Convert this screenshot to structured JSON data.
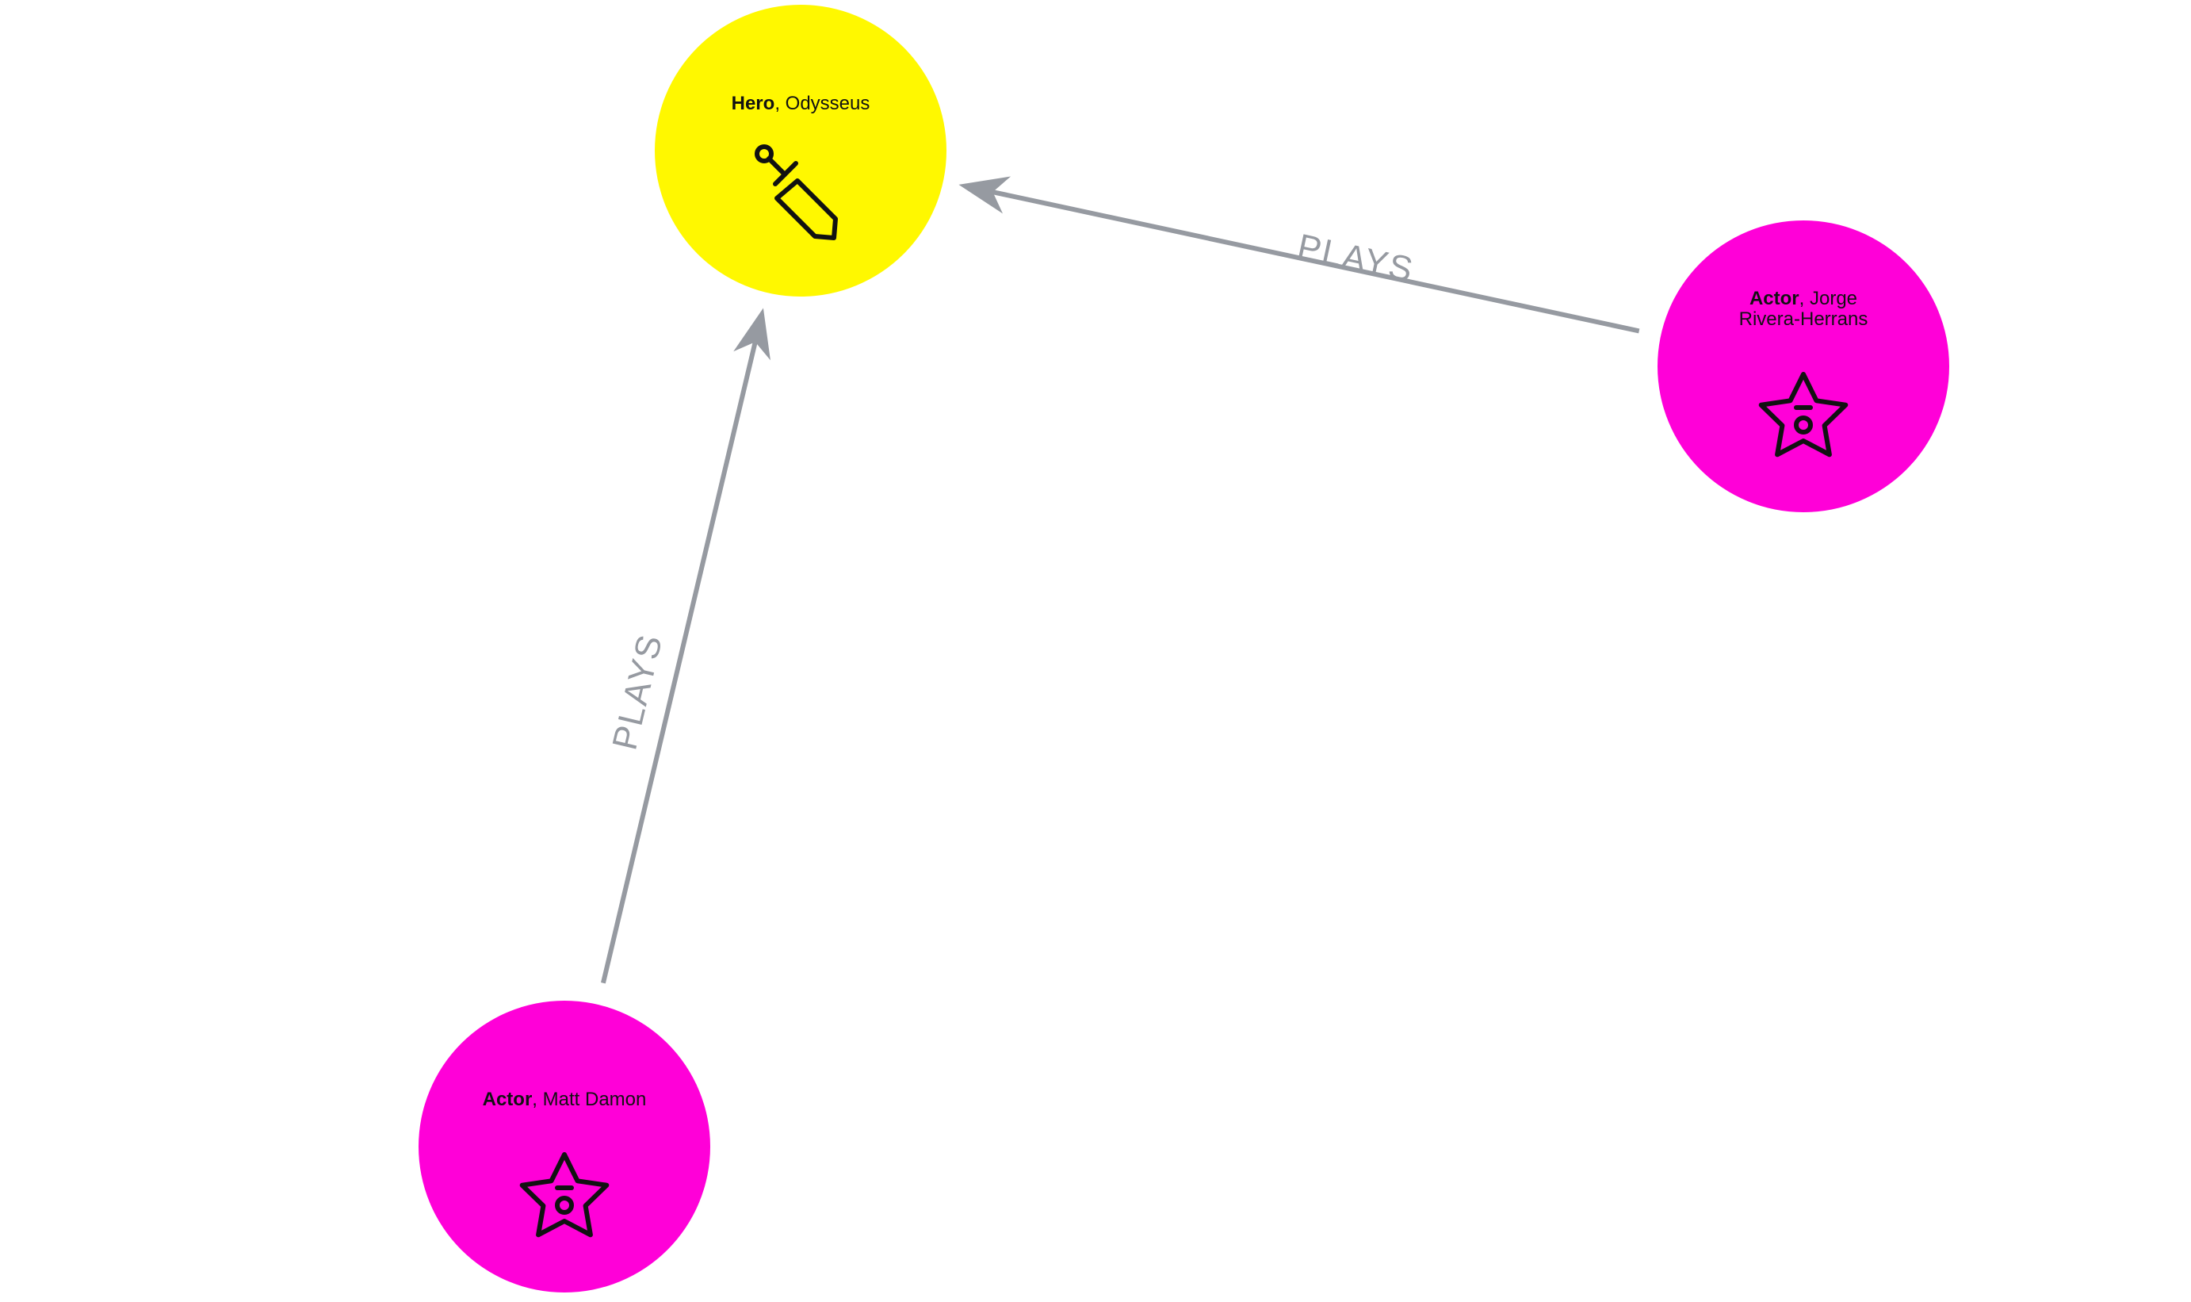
{
  "graph": {
    "nodes": [
      {
        "id": "hero-odysseus",
        "type": "Hero",
        "name": "Odysseus",
        "name_lines": [
          "Odysseus"
        ],
        "color": "#fff800",
        "icon": "sword-icon"
      },
      {
        "id": "actor-jorge",
        "type": "Actor",
        "name": "Jorge Rivera-Herrans",
        "name_lines": [
          "Jorge",
          "Rivera-Herrans"
        ],
        "color": "#ff00d8",
        "icon": "star-icon"
      },
      {
        "id": "actor-matt",
        "type": "Actor",
        "name": "Matt Damon",
        "name_lines": [
          "Matt Damon"
        ],
        "color": "#ff00d8",
        "icon": "star-icon"
      }
    ],
    "edges": [
      {
        "id": "edge-jorge-plays",
        "from": "actor-jorge",
        "to": "hero-odysseus",
        "label": "PLAYS"
      },
      {
        "id": "edge-matt-plays",
        "from": "actor-matt",
        "to": "hero-odysseus",
        "label": "PLAYS"
      }
    ],
    "edge_color": "#969aa1"
  }
}
